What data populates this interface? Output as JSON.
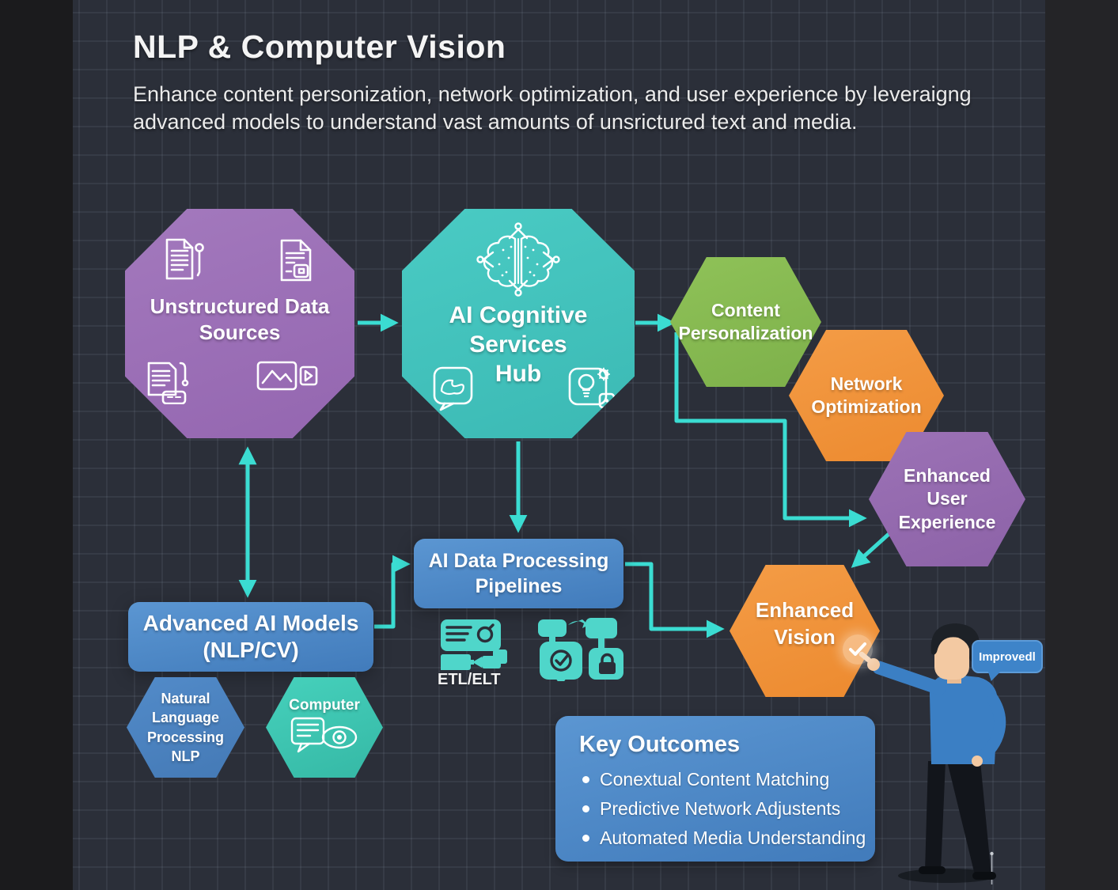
{
  "header": {
    "title": "NLP & Computer Vision",
    "subtitle": "Enhance content personization, network optimization, and user experience by leveraigng advanced models to understand vast amounts of unsrictured text and media."
  },
  "nodes": {
    "unstructured_data": {
      "label": "Unstructured Data\nSources",
      "color": "#9a6cb5"
    },
    "cognitive_hub": {
      "label": "AI Cognitive\nServices\nHub",
      "color": "#41c3bd"
    },
    "content_personalization": {
      "label": "Content\nPersonalization",
      "color": "#85ba50"
    },
    "network_optimization": {
      "label": "Network\nOptimization",
      "color": "#f0923a"
    },
    "enhanced_user_experience": {
      "label": "Enhanced\nUser\nExperience",
      "color": "#9469ae"
    },
    "data_pipelines": {
      "label": "AI Data Processing\nPipelines",
      "color": "#4583c4"
    },
    "advanced_models": {
      "label": "Advanced AI Models\n(NLP/CV)",
      "color": "#4583c4"
    },
    "nlp_model": {
      "label": "Natural Language\nProcessing\nNLP",
      "color": "#4b84c4"
    },
    "cv_model": {
      "label": "Computer",
      "color": "#3dc7b2"
    },
    "enhanced_vision": {
      "label": "Enhanced\nVision",
      "color": "#f0923a"
    }
  },
  "pipeline_annotations": {
    "etl_label": "ETL/ELT"
  },
  "key_outcomes": {
    "title": "Key Outcomes",
    "items": [
      "Conextual Content Matching",
      "Predictive Network Adjustents",
      "Automated Media Understanding"
    ]
  },
  "speech_bubble": {
    "text": "Improvedl"
  },
  "colors": {
    "arrow": "#3bdcd2",
    "background": "#2b2f39",
    "panel_blue": "#4583c4",
    "icon_teal": "#4fd6ca"
  }
}
